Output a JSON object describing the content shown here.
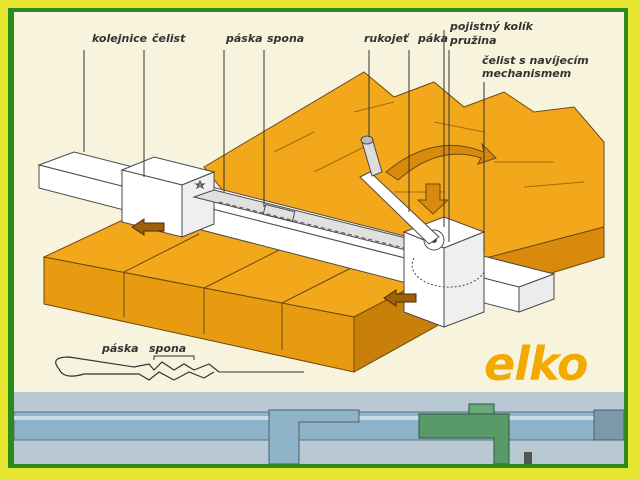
{
  "labels": {
    "kolejnice": "kolejnice",
    "celist": "čelist",
    "paska_top": "páska",
    "spona_top": "spona",
    "rukojet": "rukojeť",
    "paka": "páka",
    "pojistny_kolik": "pojistný kolík",
    "pruzina": "pružina",
    "celist_navijecim_1": "čelist s navíjecím",
    "celist_navijecim_2": "mechanismem",
    "paska_bottom": "páska",
    "spona_bottom": "spona"
  },
  "logo": "elko",
  "colors": {
    "wood": "#f2a81a",
    "wood_dark": "#d98a0c",
    "rail": "#ffffff",
    "rail_line": "#4a4a4a",
    "border_yellow": "#e6e52f",
    "border_green": "#2a8a1a",
    "logo": "#f2a900",
    "photo_blue": "#8fb3c8",
    "photo_green": "#5a9a6a"
  }
}
